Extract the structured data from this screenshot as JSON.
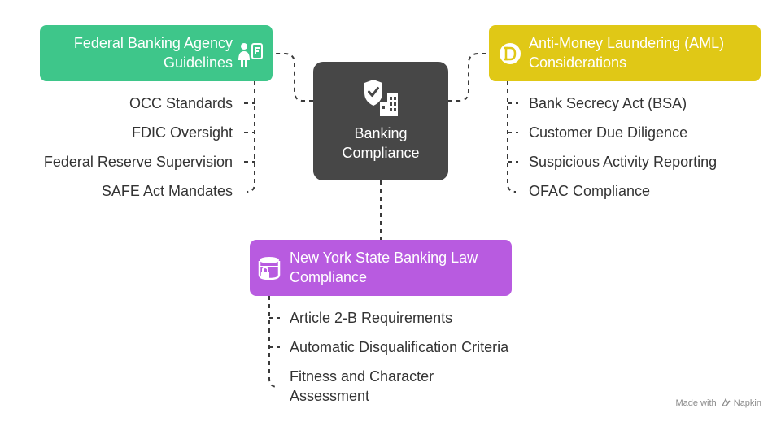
{
  "center": {
    "title": "Banking\nCompliance",
    "icon": "shield-bank-icon"
  },
  "federal": {
    "title": "Federal Banking Agency\nGuidelines",
    "color": "#3ec68a",
    "icon": "agency-person-icon",
    "items": [
      "OCC Standards",
      "FDIC Oversight",
      "Federal Reserve Supervision",
      "SAFE Act Mandates"
    ]
  },
  "aml": {
    "title": "Anti-Money Laundering (AML)\nConsiderations",
    "color": "#e0c816",
    "icon": "coin-icon",
    "items": [
      "Bank Secrecy Act (BSA)",
      "Customer Due Diligence",
      "Suspicious Activity Reporting",
      "OFAC Compliance"
    ]
  },
  "ny": {
    "title": "New York State Banking Law\nCompliance",
    "color": "#b85be0",
    "icon": "vault-lock-icon",
    "items": [
      "Article 2-B Requirements",
      "Automatic Disqualification Criteria",
      "Fitness and Character\nAssessment"
    ]
  },
  "footer": {
    "text": "Made with",
    "brand": "Napkin",
    "icon": "napkin-logo-icon"
  }
}
